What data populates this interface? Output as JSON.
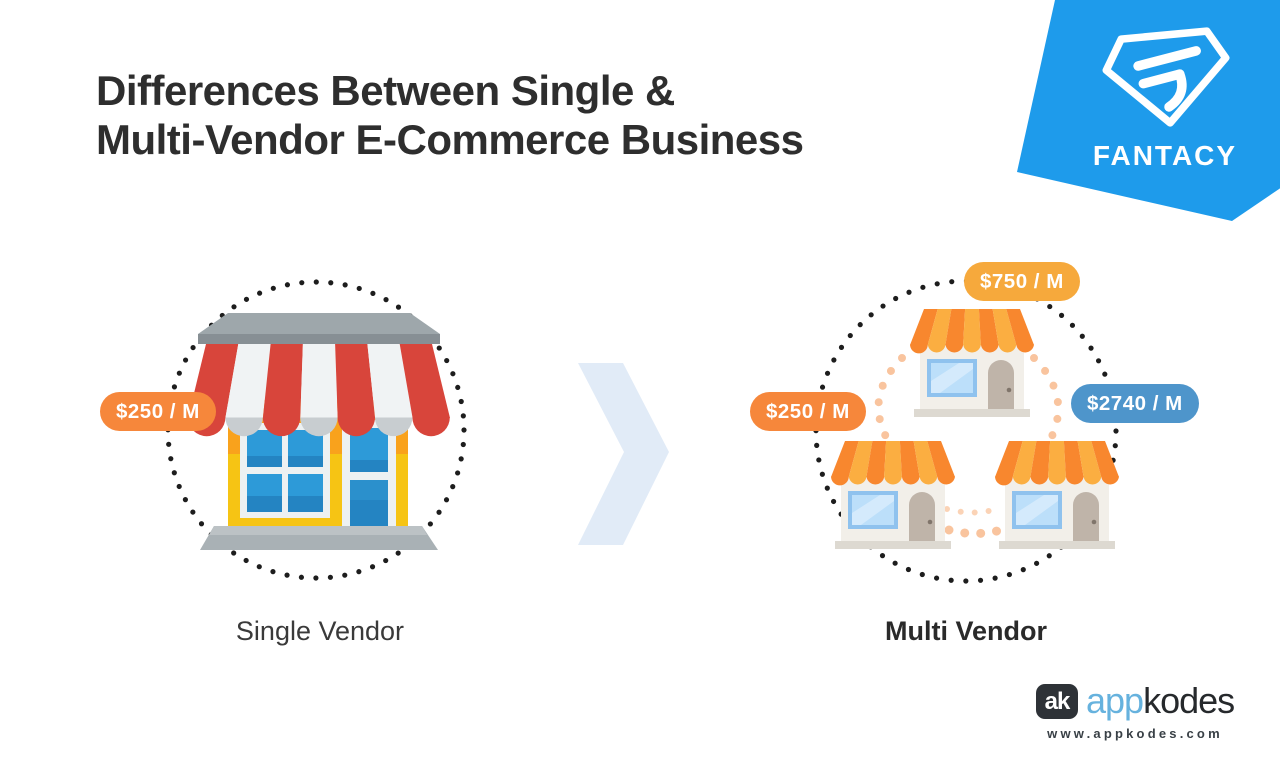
{
  "title": {
    "line1": "Differences Between Single &",
    "line2": "Multi-Vendor E-Commerce Business"
  },
  "brand": {
    "name": "FANTACY",
    "banner_color": "#1E9BEB",
    "logo_icon": "gem-f-icon"
  },
  "single_vendor": {
    "label": "Single Vendor",
    "badge_text": "$250 / M",
    "badge_color": "#F6873B",
    "icon": "storefront-large"
  },
  "arrow": {
    "icon": "chevron-right",
    "color": "#E1EBF7"
  },
  "multi_vendor": {
    "label": "Multi Vendor",
    "icon": "storefront-small-x3",
    "badge_top": {
      "text": "$750 / M",
      "color": "#F6A93C"
    },
    "badge_left": {
      "text": "$250 / M",
      "color": "#F6873B"
    },
    "badge_right": {
      "text": "$2740 / M",
      "color": "#4E95CB"
    }
  },
  "footer": {
    "ak_monogram": "ak",
    "brand_part1": "app",
    "brand_part2": "kodes",
    "website": "www.appkodes.com"
  },
  "colors": {
    "title_text": "#2E2E2E",
    "dotted_circle": "#1D1D1D",
    "connector_dots": "#F9C49E",
    "awning_red": "#D8453B",
    "awning_white": "#F0F3F4",
    "store_yellow": "#F6C414",
    "store_orange_band": "#F9A21C",
    "window_blue": "#2D9AD8",
    "small_awning_dark": "#F8872E",
    "small_awning_light": "#FBAE41",
    "small_body": "#F2EFE9",
    "door_tan": "#BFB4A9"
  }
}
